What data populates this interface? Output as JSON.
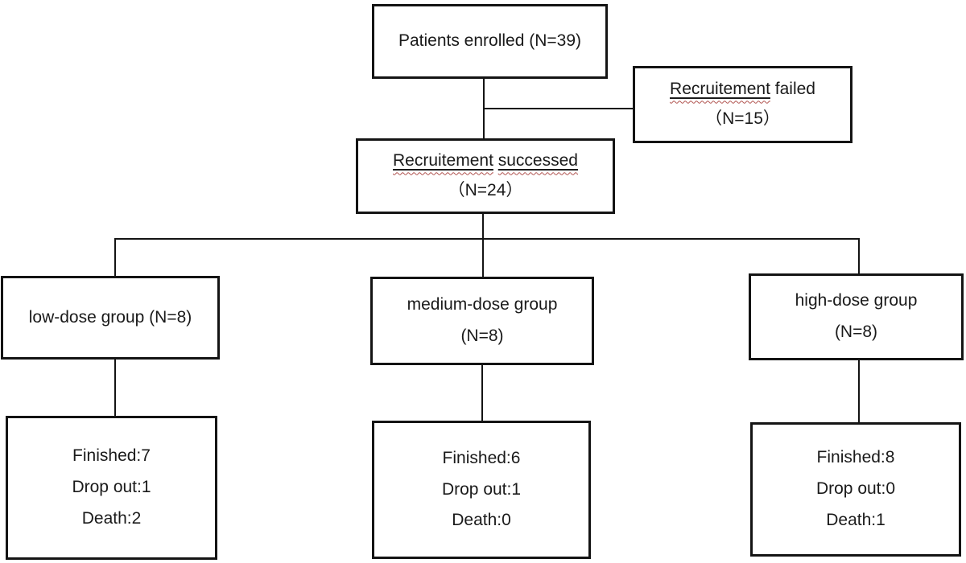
{
  "diagram": {
    "type": "flowchart",
    "background_color": "#ffffff",
    "box_border_color": "#141414",
    "text_color": "#1a1a1a",
    "spellcheck_squiggle_color": "#b0524e"
  },
  "nodes": {
    "enrolled": {
      "label": "Patients enrolled (N=39)"
    },
    "failed": {
      "underlined_word": "Recruitement",
      "plain_word": "failed",
      "count": "（N=15）"
    },
    "successed": {
      "underlined_word_1": "Recruitement",
      "underlined_word_2": "successed",
      "count": "（N=24）"
    },
    "low_dose": {
      "label": "low-dose group (N=8)"
    },
    "medium_dose": {
      "line1": "medium-dose group",
      "line2": "(N=8)"
    },
    "high_dose": {
      "line1": "high-dose group",
      "line2": "(N=8)"
    },
    "outcome_low": {
      "finished": "Finished:7",
      "drop_out": "Drop out:1",
      "death": "Death:2"
    },
    "outcome_medium": {
      "finished": "Finished:6",
      "drop_out": "Drop out:1",
      "death": "Death:0"
    },
    "outcome_high": {
      "finished": "Finished:8",
      "drop_out": "Drop out:0",
      "death": "Death:1"
    }
  }
}
